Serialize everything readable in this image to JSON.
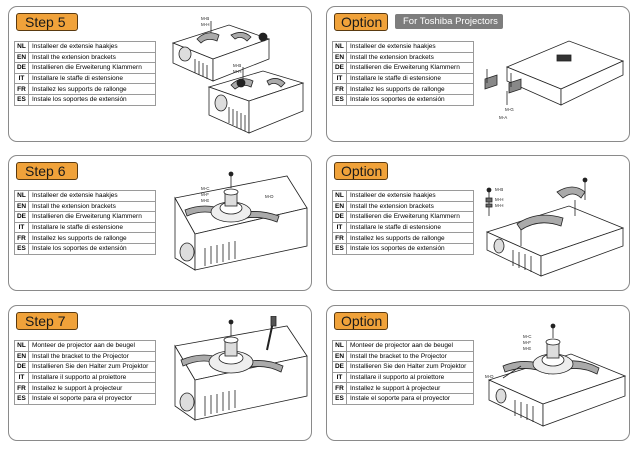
{
  "panels": [
    {
      "title": "Step 5",
      "subtitle": "",
      "rows": [
        {
          "code": "NL",
          "text": "Installeer de extensie haakjes"
        },
        {
          "code": "EN",
          "text": "Install the extension brackets"
        },
        {
          "code": "DE",
          "text": "Installieren die Erweiterung Klammern"
        },
        {
          "code": "IT",
          "text": "Installare le staffe di estensione"
        },
        {
          "code": "FR",
          "text": "Installez les supports de rallonge"
        },
        {
          "code": "ES",
          "text": "Instale los soportes de extensión"
        }
      ],
      "labels": [
        "M-B",
        "M-H",
        "M-B",
        "M-H"
      ]
    },
    {
      "title": "Option",
      "subtitle": "For Toshiba Projectors",
      "rows": [
        {
          "code": "NL",
          "text": "Installeer de extensie haakjes"
        },
        {
          "code": "EN",
          "text": "Install the extension brackets"
        },
        {
          "code": "DE",
          "text": "Installieren die Erweiterung Klammern"
        },
        {
          "code": "IT",
          "text": "Installare le staffe di estensione"
        },
        {
          "code": "FR",
          "text": "Installez les supports de rallonge"
        },
        {
          "code": "ES",
          "text": "Instale los soportes de extensión"
        }
      ],
      "labels": [
        "M-G",
        "M-A"
      ]
    },
    {
      "title": "Step 6",
      "subtitle": "",
      "rows": [
        {
          "code": "NL",
          "text": "Installeer de extensie haakjes"
        },
        {
          "code": "EN",
          "text": "Install the extension brackets"
        },
        {
          "code": "DE",
          "text": "Installieren die Erweiterung Klammern"
        },
        {
          "code": "IT",
          "text": "Installare le staffe di estensione"
        },
        {
          "code": "FR",
          "text": "Installez les supports de rallonge"
        },
        {
          "code": "ES",
          "text": "Instale los soportes de extensión"
        }
      ],
      "labels": [
        "M-C",
        "M-F",
        "M-E",
        "M-D"
      ]
    },
    {
      "title": "Option",
      "subtitle": "",
      "rows": [
        {
          "code": "NL",
          "text": "Installeer de extensie haakjes"
        },
        {
          "code": "EN",
          "text": "Install the extension brackets"
        },
        {
          "code": "DE",
          "text": "Installieren die Erweiterung Klammern"
        },
        {
          "code": "IT",
          "text": "Installare le staffe di estensione"
        },
        {
          "code": "FR",
          "text": "Installez les supports de rallonge"
        },
        {
          "code": "ES",
          "text": "Instale los soportes de extensión"
        }
      ],
      "labels": [
        "M-B",
        "M-H",
        "M-H"
      ]
    },
    {
      "title": "Step 7",
      "subtitle": "",
      "rows": [
        {
          "code": "NL",
          "text": "Monteer de projector aan de beugel"
        },
        {
          "code": "EN",
          "text": "Install the bracket to the Projector"
        },
        {
          "code": "DE",
          "text": "Installieren Sie den Halter zum Projektor"
        },
        {
          "code": "IT",
          "text": "Installare il supporto al proiettore"
        },
        {
          "code": "FR",
          "text": "Installez le support à projecteur"
        },
        {
          "code": "ES",
          "text": "Instale el soporte para el proyector"
        }
      ],
      "labels": []
    },
    {
      "title": "Option",
      "subtitle": "",
      "rows": [
        {
          "code": "NL",
          "text": "Monteer de projector aan de beugel"
        },
        {
          "code": "EN",
          "text": "Install the bracket to the Projector"
        },
        {
          "code": "DE",
          "text": "Installieren Sie den Halter zum Projektor"
        },
        {
          "code": "IT",
          "text": "Installare il supporto al proiettore"
        },
        {
          "code": "FR",
          "text": "Installez le support à projecteur"
        },
        {
          "code": "ES",
          "text": "Instale el soporte para el proyector"
        }
      ],
      "labels": [
        "M-C",
        "M-F",
        "M-E",
        "M-D"
      ]
    }
  ]
}
